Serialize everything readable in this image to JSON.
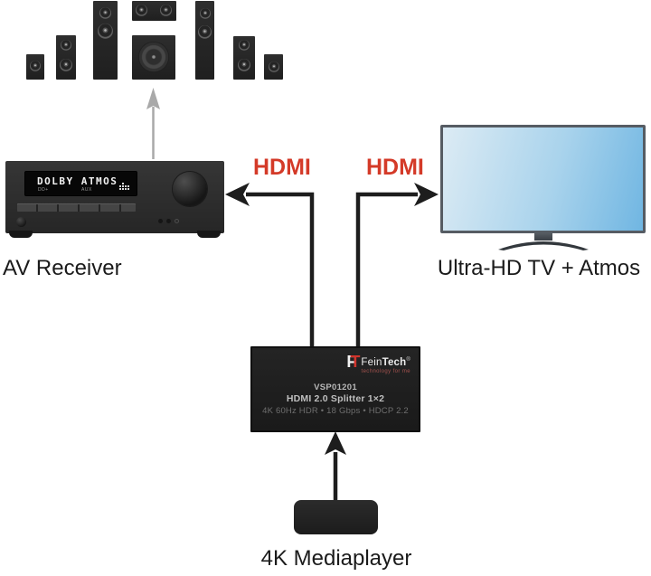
{
  "colors": {
    "hdmi_label": "#d43a28",
    "arrow": "#1d1d1d",
    "speaker_arrow": "#a9a9a9",
    "screen_light": "#dcebf4",
    "screen_mid": "#a9d3ec",
    "screen_deep": "#70b6e2",
    "brand_red": "#d0342c"
  },
  "labels": {
    "receiver": "AV Receiver",
    "tv": "Ultra-HD TV + Atmos",
    "mediaplayer": "4K Mediaplayer",
    "hdmi_to_receiver": "HDMI",
    "hdmi_to_tv": "HDMI"
  },
  "receiver": {
    "display_main": "DOLBY ATMOS",
    "display_sub_left": "DD+",
    "display_sub_right": "AUX"
  },
  "splitter": {
    "monogram_f": "F",
    "monogram_t": "T",
    "brand_fein": "Fein",
    "brand_tech": "Tech",
    "brand_reg": "®",
    "tagline": "technology for me",
    "model": "VSP01201",
    "product": "HDMI 2.0 Splitter 1×2",
    "specs": "4K 60Hz HDR • 18 Gbps • HDCP 2.2"
  }
}
